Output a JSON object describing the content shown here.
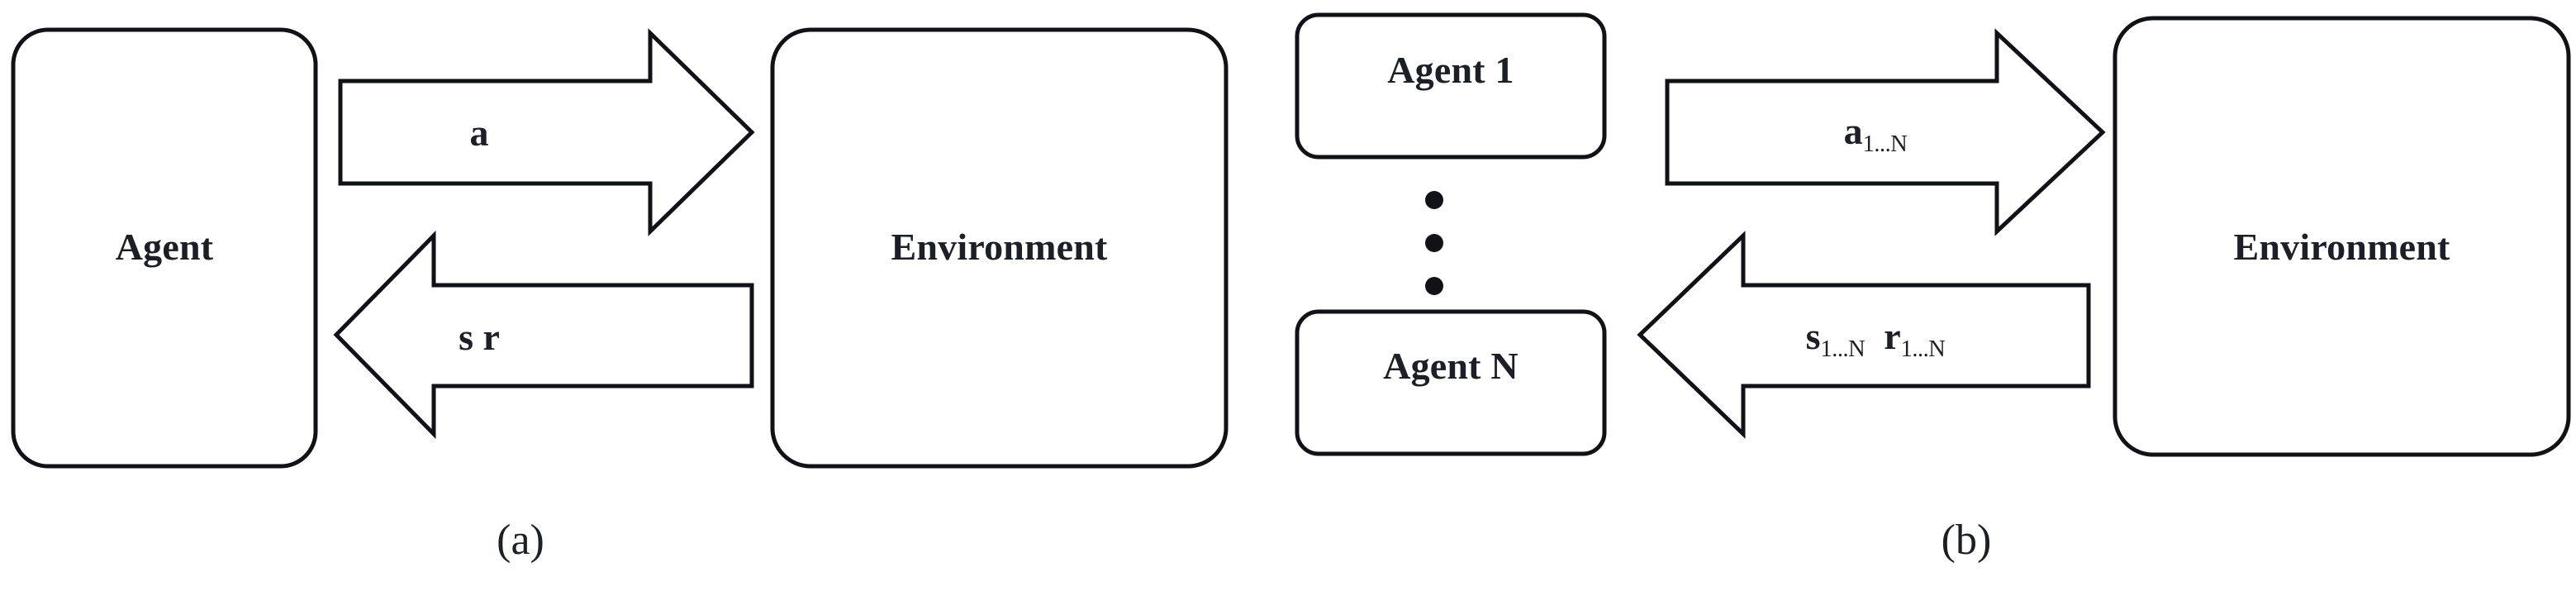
{
  "figure": {
    "background_color": "#ffffff",
    "stroke_color": "#111217",
    "text_color": "#1d1f26"
  },
  "panel_a": {
    "caption": "(a)",
    "agent_box": {
      "label": "Agent"
    },
    "environment_box": {
      "label": "Environment"
    },
    "action_arrow": {
      "label": "a",
      "direction": "right",
      "from": "Agent",
      "to": "Environment"
    },
    "feedback_arrow": {
      "label": "s r",
      "label_parts": [
        "s",
        "r"
      ],
      "direction": "left",
      "from": "Environment",
      "to": "Agent"
    }
  },
  "panel_b": {
    "caption": "(b)",
    "agent_boxes": [
      {
        "label": "Agent 1"
      },
      {
        "label": "Agent N"
      }
    ],
    "ellipsis": {
      "name": "vertical-ellipsis",
      "dot_count": 3
    },
    "environment_box": {
      "label": "Environment"
    },
    "action_arrow": {
      "label": "a1...N",
      "base": "a",
      "subscript": "1...N",
      "direction": "right",
      "from": "Agents",
      "to": "Environment"
    },
    "feedback_arrow": {
      "label": "s1...N r1...N",
      "parts": [
        {
          "base": "s",
          "subscript": "1...N"
        },
        {
          "base": "r",
          "subscript": "1...N"
        }
      ],
      "direction": "left",
      "from": "Environment",
      "to": "Agents"
    }
  }
}
